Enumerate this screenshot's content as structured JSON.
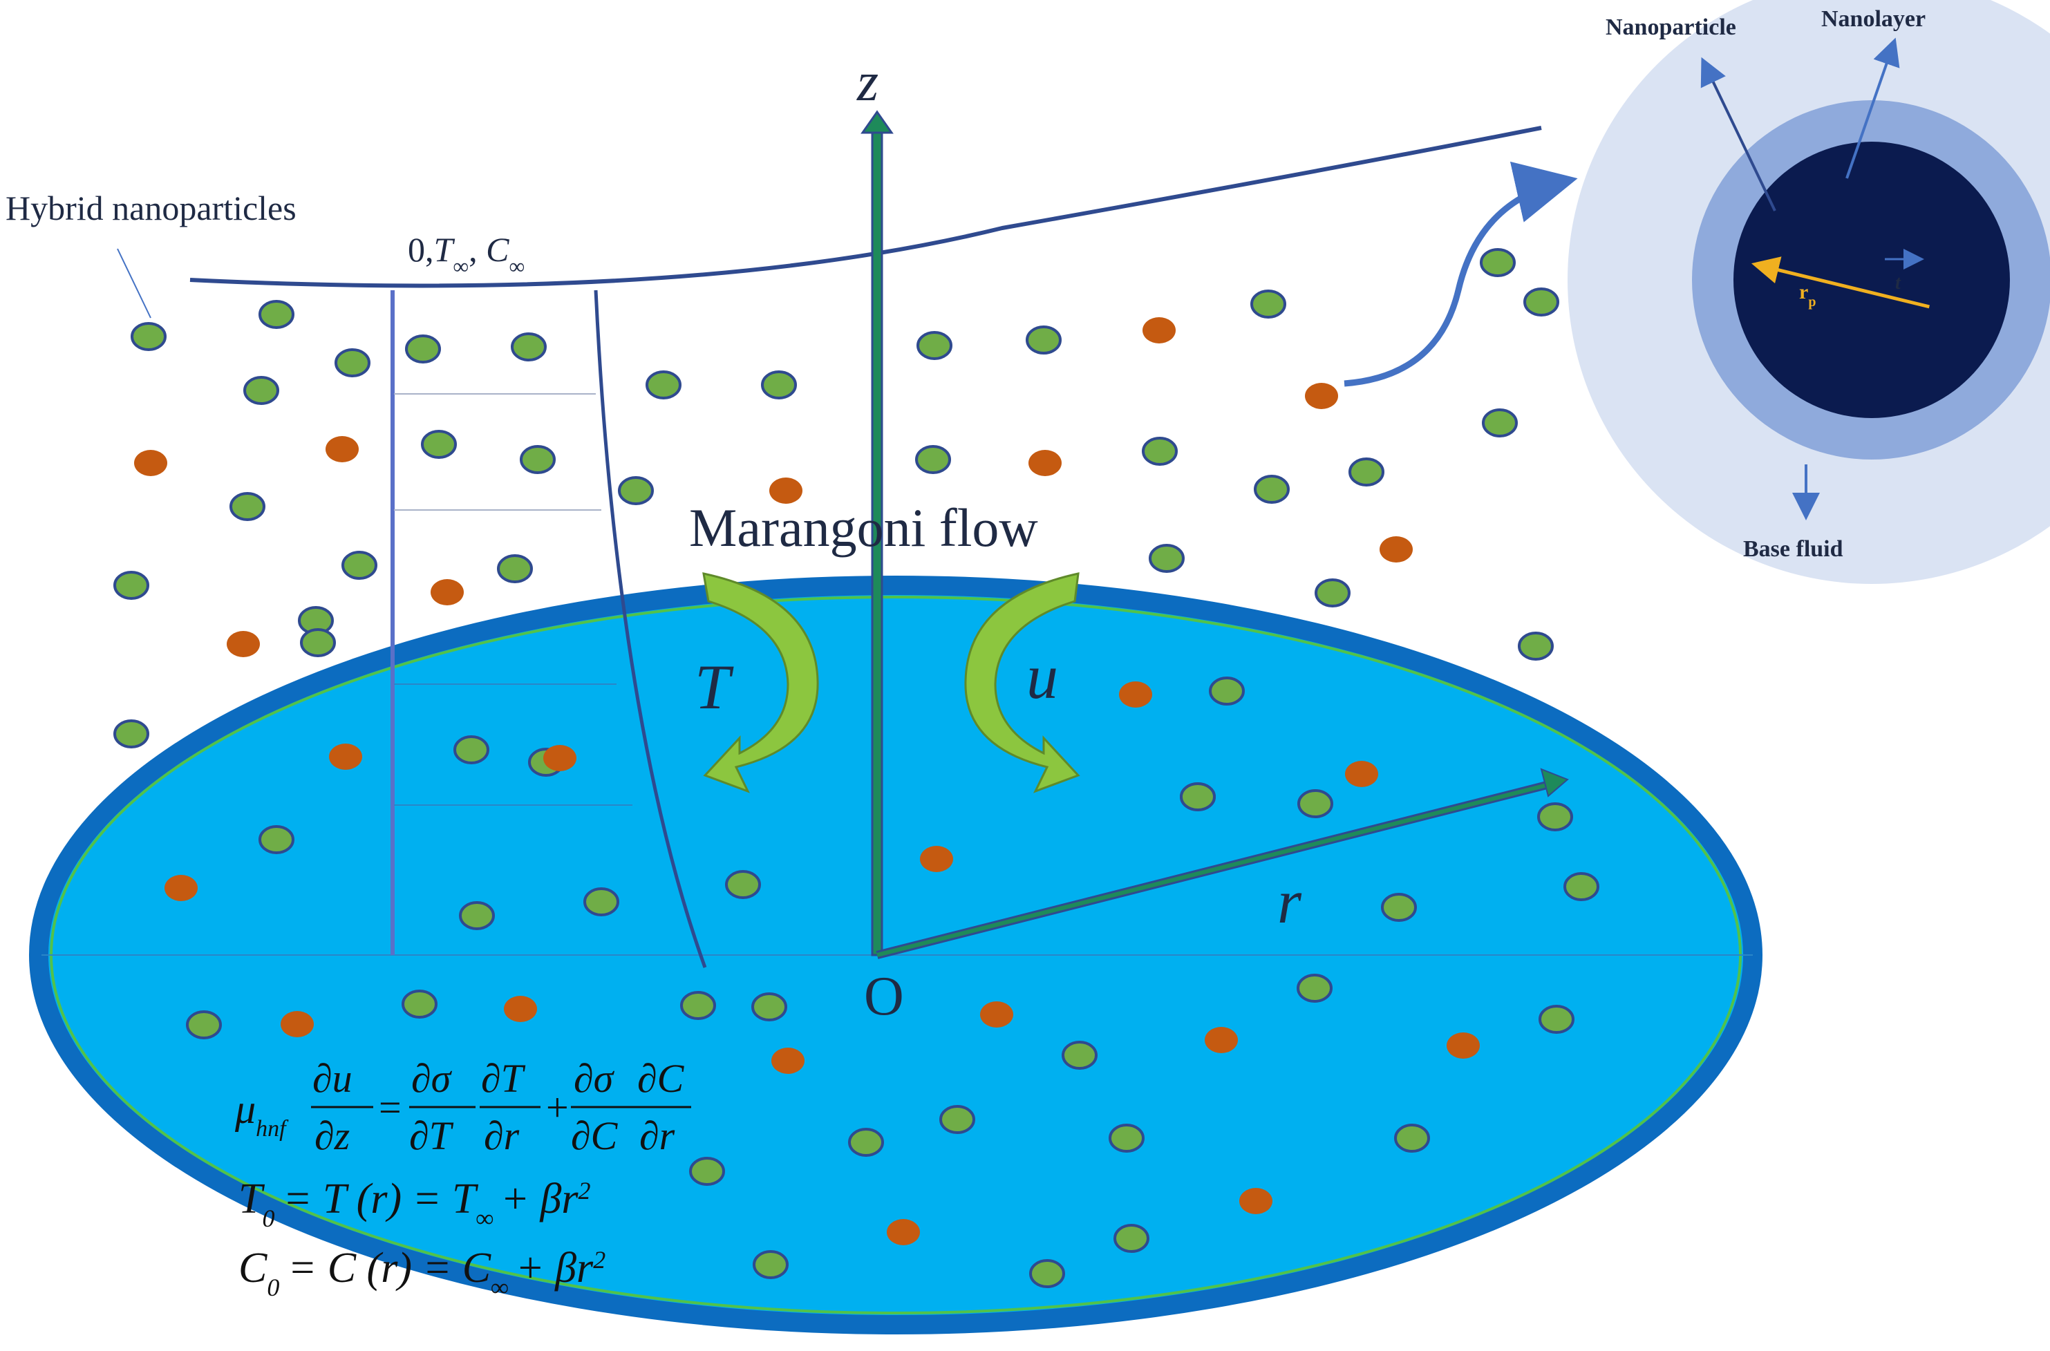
{
  "labels": {
    "hybrid": "Hybrid nanoparticles",
    "surface_cond_prefix": "0,",
    "t_inf": "T",
    "sep": ", ",
    "c_inf": "C",
    "inf": "∞",
    "z_axis": "z",
    "r_axis": "r",
    "origin": "O",
    "marangoni": "Marangoni flow",
    "T": "T",
    "u": "u",
    "nanoparticle": "Nanoparticle",
    "nanolayer": "Nanolayer",
    "base_fluid": "Base fluid",
    "rp": "r",
    "rp_sub": "p",
    "t": "t"
  },
  "equations": {
    "eq1": {
      "mu": "μ",
      "mu_sub": "hnf",
      "f1_num": "∂u",
      "f1_den": "∂z",
      "eq": "=",
      "f2_num": "∂σ",
      "f2_den": "∂T",
      "f3_num": "∂T",
      "f3_den": "∂r",
      "plus": "+",
      "f4_num": "∂σ",
      "f4_den": "∂C",
      "f5_num": "∂C",
      "f5_den": "∂r"
    },
    "eq2": {
      "lhs": "T",
      "lhs_sub": "0",
      "mid": "= T (r) = T",
      "inf": "∞",
      "rhs": "+ βr",
      "pow": "2"
    },
    "eq3": {
      "lhs": "C",
      "lhs_sub": "0",
      "mid": "= C (r) = C",
      "inf": "∞",
      "rhs": "+ βr",
      "pow": "2"
    }
  },
  "colors": {
    "pool_blue": "#00b0f0",
    "pool_rim": "#0c6cc0",
    "line_navy": "#2f4a8f",
    "green_particle": "#70ad47",
    "orange_particle": "#c55a11",
    "axis_green": "#1e8a5a",
    "curved_arrow": "#8cc63f",
    "halo": "#dae3f3",
    "nanolayer": "#8faadc",
    "core": "#0b1b4f",
    "rp_arrow": "#f0b020"
  }
}
